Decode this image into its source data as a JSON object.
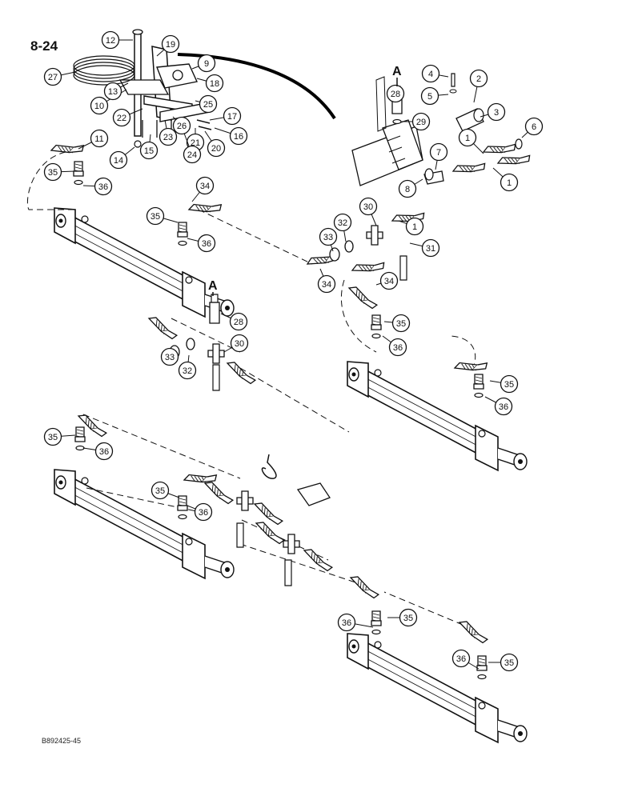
{
  "page_label": "8-24",
  "figure_code": "B892425-45",
  "callouts": [
    "1",
    "2",
    "3",
    "4",
    "5",
    "6",
    "7",
    "8",
    "9",
    "10",
    "12",
    "13",
    "14",
    "15",
    "16",
    "17",
    "18",
    "19",
    "20",
    "21",
    "22",
    "23",
    "24",
    "25",
    "26",
    "27",
    "28",
    "29",
    "30",
    "31",
    "32",
    "33",
    "34",
    "35",
    "36",
    "11"
  ],
  "connection_letter": "A"
}
